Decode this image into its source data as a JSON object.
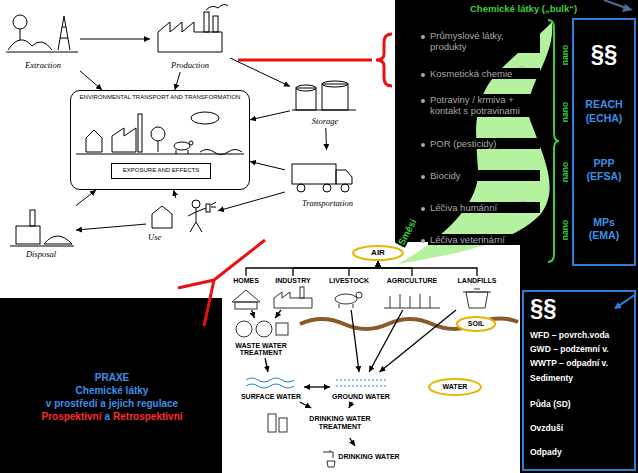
{
  "diagram": {
    "nodes": [
      {
        "text": [
          "Extraction"
        ]
      },
      {
        "text": [
          "Production"
        ]
      },
      {
        "text": [
          "Storage"
        ]
      },
      {
        "text": [
          "Transportation"
        ]
      },
      {
        "text": [
          "Use"
        ]
      },
      {
        "text": [
          "Disposal"
        ]
      },
      {
        "text": [
          "ENVIRONMENTAL TRANSPORT AND TRANSFORMATION"
        ]
      },
      {
        "text": [
          "EXPOSURE AND EFFECTS"
        ],
        "in": 6
      },
      {
        "text": [
          "§§",
          "REACH (ECHA)",
          "PPP (EFSA)",
          "MPs (EMA)"
        ]
      },
      {
        "text": [
          "AIR"
        ]
      },
      {
        "text": [
          "HOMES"
        ]
      },
      {
        "text": [
          "INDUSTRY"
        ]
      },
      {
        "text": [
          "LIVESTOCK"
        ]
      },
      {
        "text": [
          "AGRICULTURE"
        ]
      },
      {
        "text": [
          "LANDFILLS"
        ]
      },
      {
        "text": [
          "WASTE WATER TREATMENT"
        ]
      },
      {
        "text": [
          "SOIL"
        ]
      },
      {
        "text": [
          "SURFACE WATER"
        ]
      },
      {
        "text": [
          "GROUND WATER"
        ]
      },
      {
        "text": [
          "WATER"
        ]
      },
      {
        "text": [
          "DRINKING WATER TREATMENT"
        ]
      },
      {
        "text": [
          "DRINKING WATER"
        ]
      },
      {
        "text": [
          "§§",
          "WFD – povrch.voda",
          "GWD – podzemní v.",
          "WWTP – odpadní v.",
          "Sedimenty",
          "Půda (SD)",
          "Ovzduší",
          "Odpady"
        ]
      }
    ],
    "edges": [
      {
        "from": 0,
        "to": 1,
        "arrow": "to"
      },
      {
        "from": 1,
        "to": 2,
        "arrow": "to"
      },
      {
        "from": 2,
        "to": 3,
        "arrow": "to"
      },
      {
        "from": 3,
        "to": 4,
        "arrow": "to"
      },
      {
        "from": 4,
        "to": 5,
        "arrow": "to"
      },
      {
        "from": 0,
        "to": 6,
        "arrow": "to"
      },
      {
        "from": 1,
        "to": 6,
        "arrow": "to"
      },
      {
        "from": 2,
        "to": 6,
        "arrow": "to"
      },
      {
        "from": 3,
        "to": 6,
        "arrow": "to"
      },
      {
        "from": 4,
        "to": 6,
        "arrow": "to"
      },
      {
        "from": 5,
        "to": 6,
        "arrow": "to"
      },
      {
        "from": 10,
        "to": 9,
        "arrow": "to"
      },
      {
        "from": 11,
        "to": 9,
        "arrow": "to"
      },
      {
        "from": 12,
        "to": 9,
        "arrow": "to"
      },
      {
        "from": 13,
        "to": 9,
        "arrow": "to"
      },
      {
        "from": 14,
        "to": 9,
        "arrow": "to"
      },
      {
        "from": 10,
        "to": 15,
        "arrow": "to"
      },
      {
        "from": 11,
        "to": 15,
        "arrow": "to"
      },
      {
        "from": 15,
        "to": 17,
        "arrow": "to"
      },
      {
        "from": 12,
        "to": 18,
        "arrow": "to"
      },
      {
        "from": 13,
        "to": 18,
        "arrow": "to"
      },
      {
        "from": 14,
        "to": 18,
        "arrow": "to"
      },
      {
        "from": 17,
        "to": 18,
        "arrow": "both"
      },
      {
        "from": 17,
        "to": 20,
        "arrow": "to"
      },
      {
        "from": 18,
        "to": 20,
        "arrow": "to"
      },
      {
        "from": 20,
        "to": 21,
        "arrow": "to"
      }
    ],
    "labels": [
      "Chemické látky („bulk“)",
      "Průmyslové látky, produkty",
      "Kosmetická chemie",
      "Potraviny / krmiva + kontakt s potravinami",
      "POR (pesticidy)",
      "Biocidy",
      "Léčiva humánní",
      "Léčiva veterinární",
      "nano",
      "nano",
      "nano",
      "nano",
      "Směsi",
      "PRAXE",
      "Chemické látky",
      "v prostředí a jejich regulace",
      "Prospektivní",
      "a",
      "Retrospektivní"
    ]
  }
}
